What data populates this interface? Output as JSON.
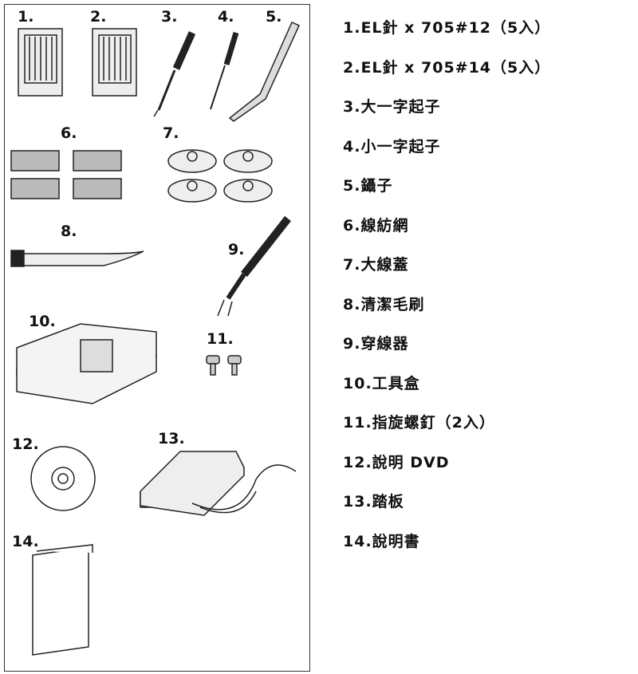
{
  "items": [
    {
      "n": "1.",
      "label": "1.EL針 x 705#12（5入）"
    },
    {
      "n": "2.",
      "label": "2.EL針 x 705#14（5入）"
    },
    {
      "n": "3.",
      "label": "3.大一字起子"
    },
    {
      "n": "4.",
      "label": "4.小一字起子"
    },
    {
      "n": "5.",
      "label": "5.鑷子"
    },
    {
      "n": "6.",
      "label": "6.線紡網"
    },
    {
      "n": "7.",
      "label": "7.大線蓋"
    },
    {
      "n": "8.",
      "label": "8.清潔毛刷"
    },
    {
      "n": "9.",
      "label": "9.穿線器"
    },
    {
      "n": "10.",
      "label": "10.工具盒"
    },
    {
      "n": "11.",
      "label": "11.指旋螺釘（2入）"
    },
    {
      "n": "12.",
      "label": "12.說明 DVD"
    },
    {
      "n": "13.",
      "label": "13.踏板"
    },
    {
      "n": "14.",
      "label": "14.說明書"
    }
  ]
}
